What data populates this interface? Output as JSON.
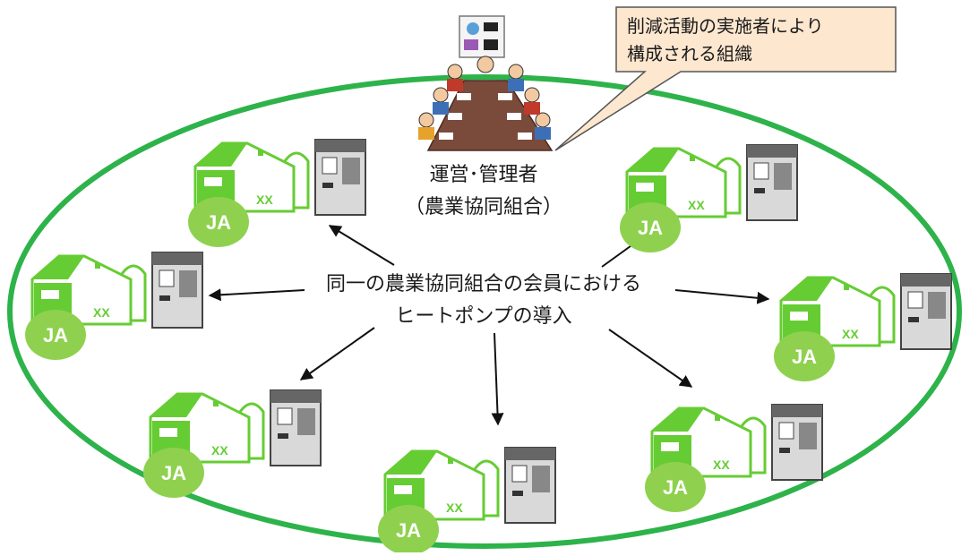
{
  "callout": {
    "line1": "削減活動の実施者により",
    "line2": "構成される組織"
  },
  "manager": {
    "line1": "運営･管理者",
    "line2": "（農業協同組合）"
  },
  "center": {
    "line1": "同一の農業協同組合の会員における",
    "line2": "ヒートポンプの導入"
  },
  "farm_badge": "JA",
  "barn_door_mark": "XX",
  "farm_count": 7,
  "colors": {
    "green": "#2db34a",
    "barn_green": "#66cc33",
    "badge": "#8fd14f",
    "callout_fill": "#fde7cf",
    "table": "#7a4a3a",
    "machine": "#d9d9d9"
  }
}
